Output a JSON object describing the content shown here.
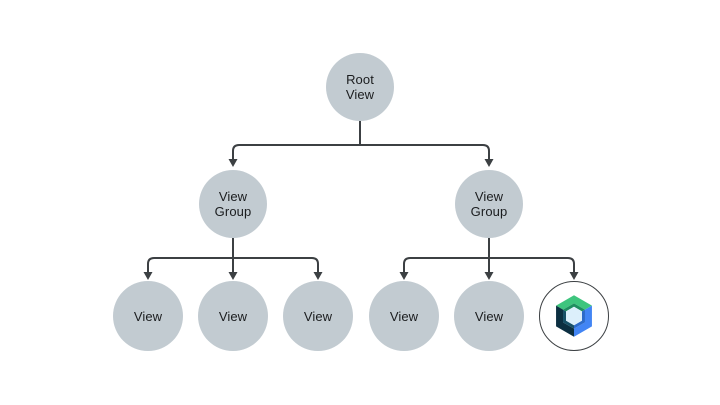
{
  "diagram": {
    "type": "tree",
    "background": "#FFFFFF",
    "node_fill": "#C2CBD1",
    "line_color": "#3C4043",
    "text_color": "#1B1D1F",
    "nodes": {
      "root": {
        "label": "Root\nView"
      },
      "group_left": {
        "label": "View\nGroup"
      },
      "group_right": {
        "label": "View\nGroup"
      },
      "left_child_1": {
        "label": "View"
      },
      "left_child_2": {
        "label": "View"
      },
      "left_child_3": {
        "label": "View"
      },
      "right_child_1": {
        "label": "View"
      },
      "right_child_2": {
        "label": "View"
      },
      "right_child_3": {
        "icon": "jetpack-compose-icon"
      }
    },
    "edges": [
      {
        "from": "root",
        "to": [
          "group_left",
          "group_right"
        ]
      },
      {
        "from": "group_left",
        "to": [
          "left_child_1",
          "left_child_2",
          "left_child_3"
        ]
      },
      {
        "from": "group_right",
        "to": [
          "right_child_1",
          "right_child_2",
          "right_child_3"
        ]
      }
    ],
    "logo_colors": {
      "green": "#3EC57E",
      "green_shade": "#1F8F60",
      "blue": "#4285F4",
      "blue_shade": "#2D6BC9",
      "navy": "#0C2F41",
      "navy_shade": "#175067",
      "hole": "#DCEFFB",
      "ring_border": "#3C4043"
    }
  }
}
